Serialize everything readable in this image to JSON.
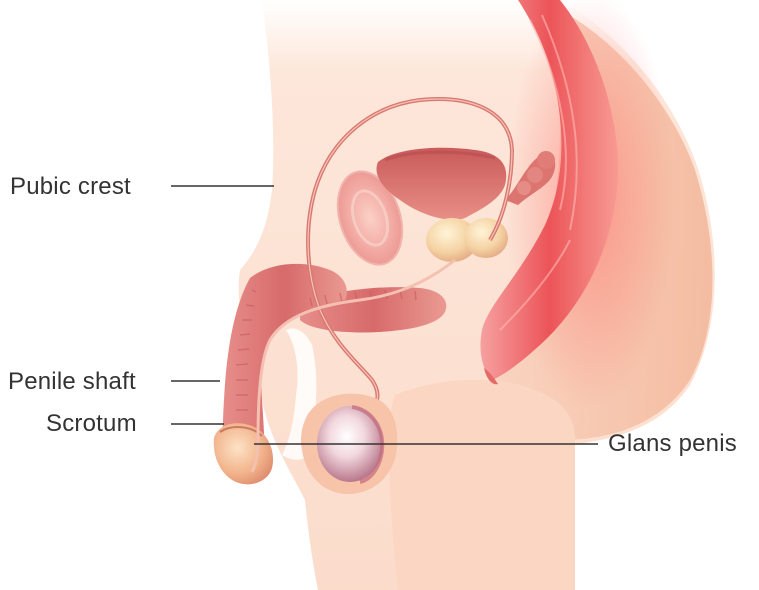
{
  "labels": {
    "pubic_crest": "Pubic crest",
    "penile_shaft": "Penile shaft",
    "scrotum": "Scrotum",
    "glans_penis": "Glans penis"
  },
  "colors": {
    "skin_light": "#fbe3d4",
    "skin_mid": "#f7cdb5",
    "skin_dark": "#f0b296",
    "organ_pink": "#e98a80",
    "organ_red": "#d9565a",
    "rectum_red": "#ee4f55",
    "duct": "#cf6f66",
    "leader_line": "#333333",
    "label_text": "#333333"
  }
}
